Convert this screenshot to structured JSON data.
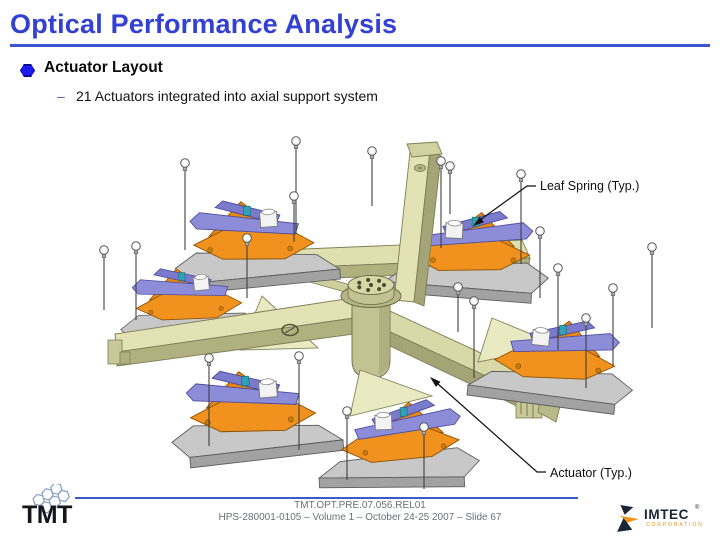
{
  "slide": {
    "title": "Optical Performance Analysis",
    "bullet_marker": "hexagon",
    "bullets": [
      {
        "label": "Actuator Layout"
      },
      {
        "label": "21 Actuators integrated into axial support system"
      }
    ],
    "sub_bullet_dash": "–"
  },
  "diagram": {
    "description": "CAD rendering of 21 actuators integrated into axial support system",
    "labels": {
      "leaf_spring": "Leaf Spring (Typ.)",
      "actuator": "Actuator (Typ.)"
    },
    "colors": {
      "beam_cream": "#e2e2b4",
      "beam_shade": "#a4a476",
      "whiffletree_orange": "#f0921d",
      "leaf_spring_purple": "#8c8cd9",
      "base_gray": "#c8c8c8",
      "actuator_white": "#f3f3f3",
      "nub_teal": "#2fa3b5"
    }
  },
  "footer": {
    "doc_id": "TMT.OPT.PRE.07.056.REL01",
    "reference": "HPS-280001-0105 – Volume 1 – October 24-25 2007 – Slide 67",
    "rule_color": "#3a5cc9"
  },
  "logos": {
    "tmt": {
      "text": "TMT"
    },
    "imtec": {
      "name": "IMTEC",
      "registered": "®",
      "tagline": "CORPORATION",
      "orange": "#f29111",
      "navy": "#1a2633"
    }
  },
  "theme": {
    "title_blue": "#3340d4",
    "rule_blue": "#3a55d0",
    "bullet_blue": "#1b1bea",
    "footer_gray": "#6b7077"
  }
}
